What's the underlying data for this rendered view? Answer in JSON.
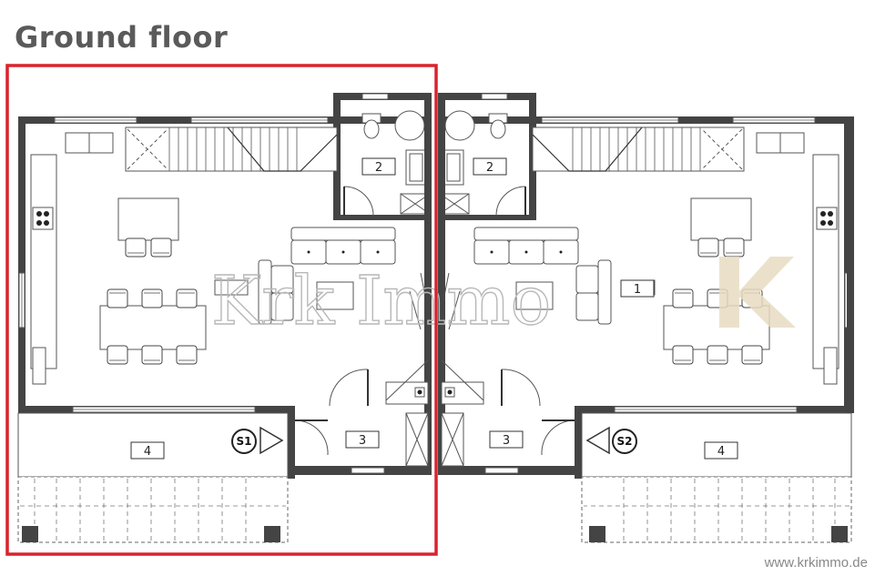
{
  "title": "Ground floor",
  "website": "www.krkimmo.de",
  "watermark": {
    "text": "Krk Immo",
    "logo_letter": "K",
    "logo_color": "#e8dcc2"
  },
  "rooms": {
    "left": {
      "living": "",
      "wc": "2",
      "entry": "3",
      "terrace": "4"
    },
    "right": {
      "living": "1",
      "wc": "2",
      "entry": "3",
      "terrace": "4"
    }
  },
  "entrances": {
    "left": "S1",
    "right": "S2"
  },
  "colors": {
    "highlight": "#d9232d",
    "wall": "#444444",
    "line": "#555555"
  }
}
